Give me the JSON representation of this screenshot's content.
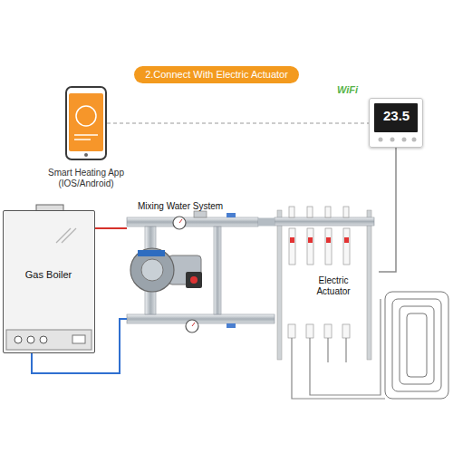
{
  "diagram": {
    "title": "2.Connect With Electric Actuator",
    "nodes": [
      {
        "text": [
          "Smart Heating App (IOS/Android)"
        ]
      },
      {
        "text": [
          "WiFi",
          "23.5"
        ]
      },
      {
        "text": [
          "Gas Boiler"
        ]
      },
      {
        "text": [
          "Mixing Water System"
        ]
      },
      {
        "text": [
          "Electric Actuator"
        ]
      }
    ],
    "edges": [
      {
        "from": 0,
        "to": 1,
        "arrow": "none"
      },
      {
        "from": 1,
        "to": 4,
        "arrow": "none"
      },
      {
        "from": 2,
        "to": 3,
        "arrow": "none"
      },
      {
        "from": 3,
        "to": 2,
        "arrow": "none"
      },
      {
        "from": 3,
        "to": 4,
        "arrow": "none"
      }
    ]
  }
}
